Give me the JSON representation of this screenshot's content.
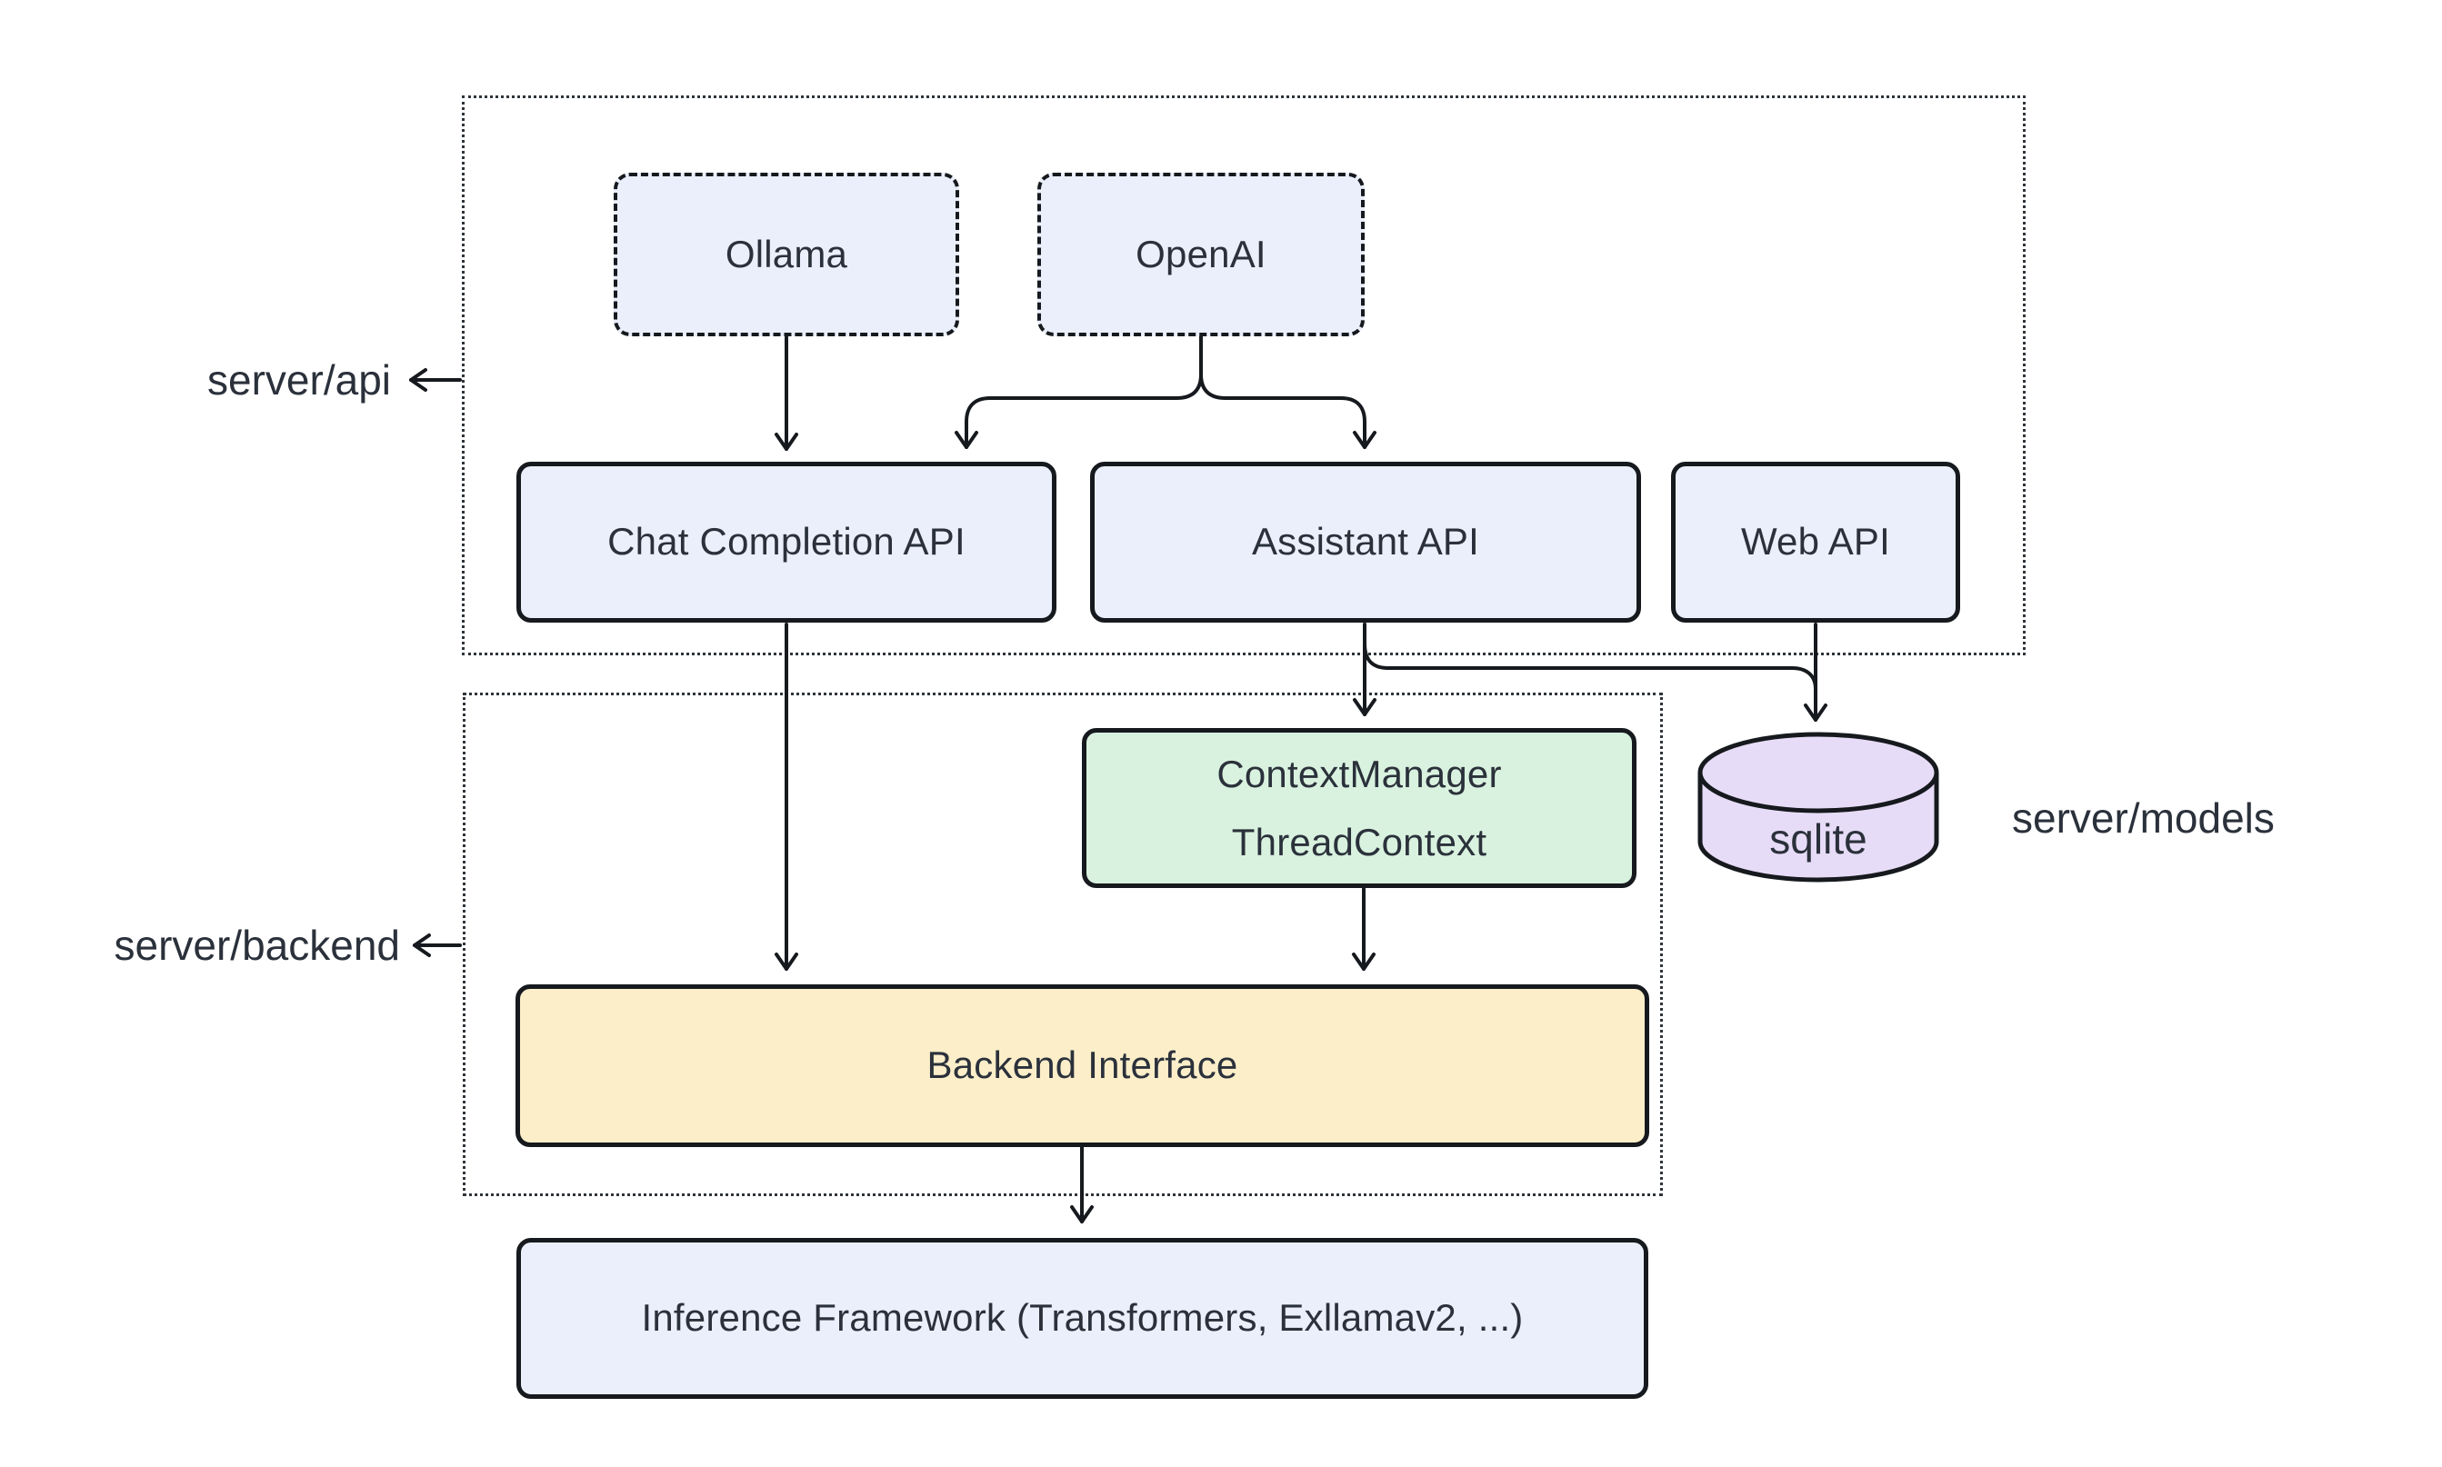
{
  "containers": {
    "api": {
      "label": "server/api"
    },
    "backend": {
      "label": "server/backend"
    },
    "models": {
      "label": "server/models"
    }
  },
  "nodes": {
    "ollama": {
      "label": "Ollama"
    },
    "openai": {
      "label": "OpenAI"
    },
    "chat_completion": {
      "label": "Chat Completion API"
    },
    "assistant": {
      "label": "Assistant API"
    },
    "web": {
      "label": "Web API"
    },
    "context_manager": {
      "line1": "ContextManager",
      "line2": "ThreadContext"
    },
    "sqlite": {
      "label": "sqlite"
    },
    "backend_interface": {
      "label": "Backend Interface"
    },
    "inference": {
      "label": "Inference Framework (Transformers, Exllamav2, ...)"
    }
  },
  "colors": {
    "background": "#ffffff",
    "ink": "#16191d",
    "text": "#2b313b",
    "node_blue": "#eaeffb",
    "node_green": "#d9f2df",
    "node_yellow": "#fbeec9",
    "node_purple": "#e7dcf7"
  }
}
